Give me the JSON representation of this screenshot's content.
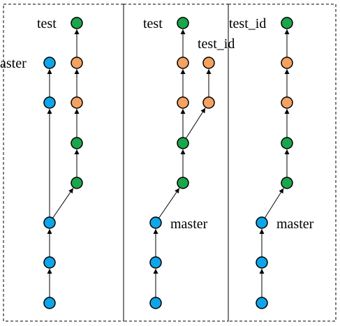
{
  "colors": {
    "master": "#0ea5e9",
    "feature": "#f4a261",
    "commit": "#1aa64a",
    "stroke": "#000000"
  },
  "panels": [
    {
      "name": "panel-1",
      "nodes": [
        {
          "id": "a1",
          "branch": "master"
        },
        {
          "id": "a2",
          "branch": "master"
        },
        {
          "id": "a3",
          "branch": "master"
        },
        {
          "id": "a4",
          "branch": "master"
        },
        {
          "id": "a5",
          "branch": "master"
        },
        {
          "id": "b1",
          "branch": "commit"
        },
        {
          "id": "b2",
          "branch": "commit"
        },
        {
          "id": "b3",
          "branch": "feature"
        },
        {
          "id": "b4",
          "branch": "feature"
        },
        {
          "id": "b5",
          "branch": "commit"
        }
      ],
      "edges": [
        [
          "a1",
          "a2"
        ],
        [
          "a2",
          "a3"
        ],
        [
          "a3",
          "a4"
        ],
        [
          "a4",
          "a5"
        ],
        [
          "a3",
          "b1"
        ],
        [
          "b1",
          "b2"
        ],
        [
          "b2",
          "b3"
        ],
        [
          "b3",
          "b4"
        ],
        [
          "b4",
          "b5"
        ]
      ],
      "labels": [
        {
          "text": "test",
          "at": "b5"
        },
        {
          "text": "aster",
          "at": "a5"
        }
      ]
    },
    {
      "name": "panel-2",
      "nodes": [
        {
          "id": "a1",
          "branch": "master"
        },
        {
          "id": "a2",
          "branch": "master"
        },
        {
          "id": "a3",
          "branch": "master"
        },
        {
          "id": "b1",
          "branch": "commit"
        },
        {
          "id": "b2",
          "branch": "commit"
        },
        {
          "id": "b3",
          "branch": "feature"
        },
        {
          "id": "b4",
          "branch": "feature"
        },
        {
          "id": "b5",
          "branch": "commit"
        },
        {
          "id": "c1",
          "branch": "feature"
        },
        {
          "id": "c2",
          "branch": "feature"
        }
      ],
      "edges": [
        [
          "a1",
          "a2"
        ],
        [
          "a2",
          "a3"
        ],
        [
          "a3",
          "b1"
        ],
        [
          "b1",
          "b2"
        ],
        [
          "b2",
          "b3"
        ],
        [
          "b3",
          "b4"
        ],
        [
          "b4",
          "b5"
        ],
        [
          "b2",
          "c1"
        ],
        [
          "c1",
          "c2"
        ]
      ],
      "labels": [
        {
          "text": "test",
          "at": "b5"
        },
        {
          "text": "test_id",
          "at": "c2"
        },
        {
          "text": "master",
          "at": "a3"
        }
      ]
    },
    {
      "name": "panel-3",
      "nodes": [
        {
          "id": "a1",
          "branch": "master"
        },
        {
          "id": "a2",
          "branch": "master"
        },
        {
          "id": "a3",
          "branch": "master"
        },
        {
          "id": "b1",
          "branch": "commit"
        },
        {
          "id": "b2",
          "branch": "commit"
        },
        {
          "id": "b3",
          "branch": "feature"
        },
        {
          "id": "b4",
          "branch": "feature"
        },
        {
          "id": "b5",
          "branch": "commit"
        }
      ],
      "edges": [
        [
          "a1",
          "a2"
        ],
        [
          "a2",
          "a3"
        ],
        [
          "a3",
          "b1"
        ],
        [
          "b1",
          "b2"
        ],
        [
          "b2",
          "b3"
        ],
        [
          "b3",
          "b4"
        ],
        [
          "b4",
          "b5"
        ]
      ],
      "labels": [
        {
          "text": "test_id",
          "at": "b5"
        },
        {
          "text": "master",
          "at": "a3"
        }
      ]
    }
  ]
}
